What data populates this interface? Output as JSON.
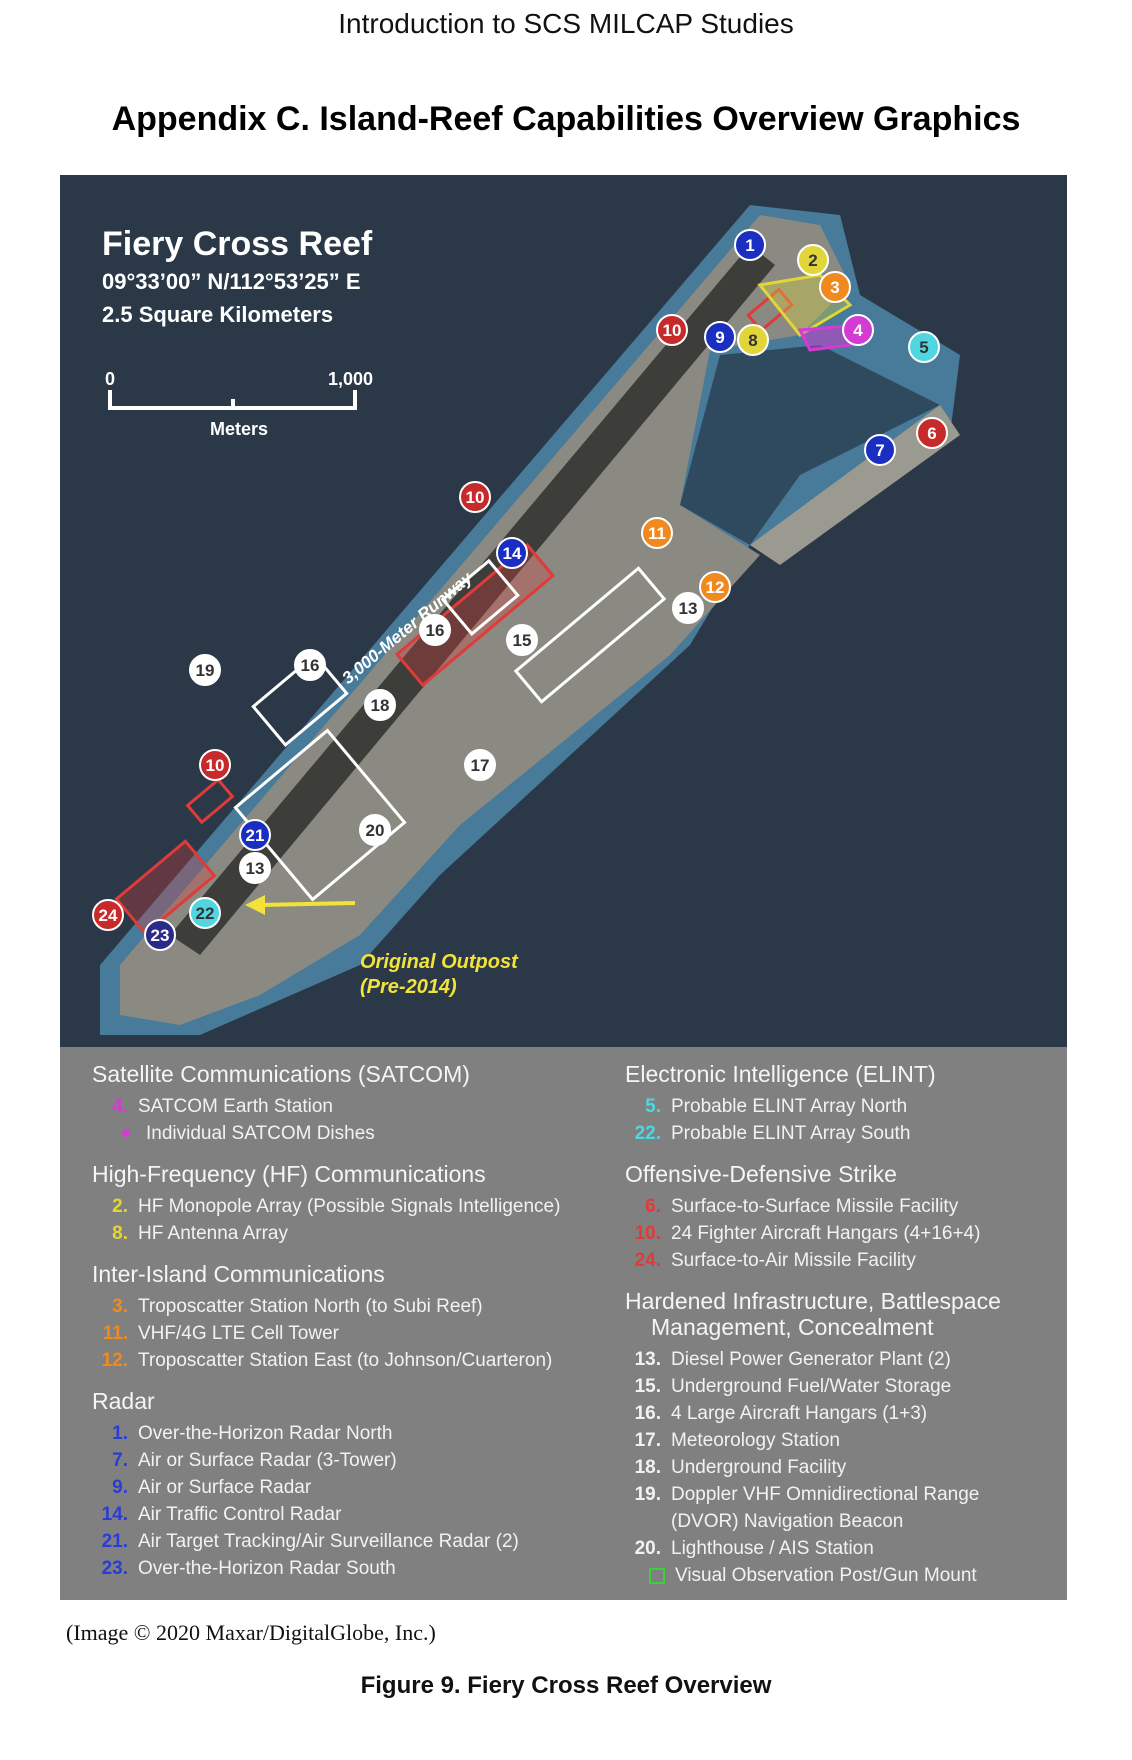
{
  "header": {
    "text": "Introduction to SCS MILCAP Studies"
  },
  "title": {
    "text": "Appendix C. Island-Reef Capabilities Overview Graphics"
  },
  "map": {
    "name": "Fiery Cross Reef",
    "coords": "09°33’00” N/112°53’25” E",
    "area": "2.5 Square Kilometers",
    "scale_start": "0",
    "scale_end": "1,000",
    "scale_unit": "Meters",
    "runway_label": "3,000-Meter Runway",
    "outpost_line1": "Original Outpost",
    "outpost_line2": "(Pre-2014)",
    "colors": {
      "water": "#2a3847",
      "land": "#8a8a82",
      "runway": "#3d3d3a",
      "rim": "#4d86a8"
    }
  },
  "markers": [
    {
      "label": "1",
      "color": "#1a2fc2"
    },
    {
      "label": "2",
      "color": "#e0d63a"
    },
    {
      "label": "3",
      "color": "#f08a1e"
    },
    {
      "label": "4",
      "color": "#d43ad4"
    },
    {
      "label": "5",
      "color": "#4fd6e0"
    },
    {
      "label": "6",
      "color": "#c72a2a"
    },
    {
      "label": "7",
      "color": "#1a2fc2"
    },
    {
      "label": "8",
      "color": "#e0d63a"
    },
    {
      "label": "9",
      "color": "#1a2fc2"
    },
    {
      "label": "10",
      "color": "#c72a2a"
    },
    {
      "label": "10",
      "color": "#c72a2a"
    },
    {
      "label": "10",
      "color": "#c72a2a"
    },
    {
      "label": "11",
      "color": "#f08a1e"
    },
    {
      "label": "12",
      "color": "#f08a1e"
    },
    {
      "label": "13",
      "color": "#ffffff"
    },
    {
      "label": "13",
      "color": "#ffffff"
    },
    {
      "label": "14",
      "color": "#1a2fc2"
    },
    {
      "label": "15",
      "color": "#ffffff"
    },
    {
      "label": "16",
      "color": "#ffffff"
    },
    {
      "label": "16",
      "color": "#ffffff"
    },
    {
      "label": "17",
      "color": "#ffffff"
    },
    {
      "label": "18",
      "color": "#ffffff"
    },
    {
      "label": "19",
      "color": "#ffffff"
    },
    {
      "label": "20",
      "color": "#ffffff"
    },
    {
      "label": "21",
      "color": "#1a2fc2"
    },
    {
      "label": "22",
      "color": "#4fd6e0"
    },
    {
      "label": "23",
      "color": "#2a2a8a"
    },
    {
      "label": "24",
      "color": "#c72a2a"
    }
  ],
  "legend": {
    "satcom": {
      "title": "Satellite Communications (SATCOM)",
      "items": [
        {
          "num": "4.",
          "text": "SATCOM Earth Station",
          "color": "#d43ad4"
        },
        {
          "num": "",
          "text": "Individual SATCOM Dishes",
          "color": "#d43ad4"
        }
      ]
    },
    "hf": {
      "title": "High-Frequency (HF) Communications",
      "items": [
        {
          "num": "2.",
          "text": "HF Monopole Array (Possible Signals Intelligence)",
          "color": "#e0d63a"
        },
        {
          "num": "8.",
          "text": "HF Antenna Array",
          "color": "#e0d63a"
        }
      ]
    },
    "inter": {
      "title": "Inter-Island Communications",
      "items": [
        {
          "num": "3.",
          "text": "Troposcatter Station North (to Subi Reef)",
          "color": "#f08a1e"
        },
        {
          "num": "11.",
          "text": "VHF/4G LTE Cell Tower",
          "color": "#f08a1e"
        },
        {
          "num": "12.",
          "text": "Troposcatter Station East (to Johnson/Cuarteron)",
          "color": "#f08a1e"
        }
      ]
    },
    "radar": {
      "title": "Radar",
      "items": [
        {
          "num": "1.",
          "text": "Over-the-Horizon Radar North",
          "color": "#2a3cd6"
        },
        {
          "num": "7.",
          "text": "Air or Surface Radar (3-Tower)",
          "color": "#2a3cd6"
        },
        {
          "num": "9.",
          "text": "Air or Surface Radar",
          "color": "#2a3cd6"
        },
        {
          "num": "14.",
          "text": "Air Traffic Control Radar",
          "color": "#2a3cd6"
        },
        {
          "num": "21.",
          "text": "Air Target Tracking/Air Surveillance Radar (2)",
          "color": "#2a3cd6"
        },
        {
          "num": "23.",
          "text": "Over-the-Horizon Radar South",
          "color": "#2a3cd6"
        }
      ]
    },
    "elint": {
      "title": "Electronic Intelligence (ELINT)",
      "items": [
        {
          "num": "5.",
          "text": "Probable ELINT Array North",
          "color": "#4fd6e0"
        },
        {
          "num": "22.",
          "text": "Probable ELINT Array South",
          "color": "#4fd6e0"
        }
      ]
    },
    "strike": {
      "title": "Offensive-Defensive Strike",
      "items": [
        {
          "num": "6.",
          "text": "Surface-to-Surface Missile Facility",
          "color": "#e03a3a"
        },
        {
          "num": "10.",
          "text": "24 Fighter Aircraft Hangars (4+16+4)",
          "color": "#e03a3a"
        },
        {
          "num": "24.",
          "text": "Surface-to-Air Missile Facility",
          "color": "#e03a3a"
        }
      ]
    },
    "hardened": {
      "title_line1": "Hardened Infrastructure, Battlespace",
      "title_line2": "Management, Concealment",
      "items": [
        {
          "num": "13.",
          "text": "Diesel Power Generator Plant (2)",
          "color": "#f2f2f2"
        },
        {
          "num": "15.",
          "text": "Underground Fuel/Water Storage",
          "color": "#f2f2f2"
        },
        {
          "num": "16.",
          "text": "4 Large Aircraft Hangars (1+3)",
          "color": "#f2f2f2"
        },
        {
          "num": "17.",
          "text": "Meteorology Station",
          "color": "#f2f2f2"
        },
        {
          "num": "18.",
          "text": "Underground Facility",
          "color": "#f2f2f2"
        },
        {
          "num": "19.",
          "text": "Doppler VHF Omnidirectional Range",
          "color": "#f2f2f2"
        },
        {
          "num": "",
          "text": "(DVOR) Navigation Beacon",
          "color": "#f2f2f2"
        },
        {
          "num": "20.",
          "text": "Lighthouse / AIS Station",
          "color": "#f2f2f2"
        }
      ]
    },
    "observation": {
      "text": "Visual Observation Post/Gun Mount",
      "color": "#3cd13c"
    }
  },
  "credit": {
    "text": "(Image © 2020 Maxar/DigitalGlobe, Inc.)"
  },
  "caption": {
    "text": "Figure 9. Fiery Cross Reef Overview"
  }
}
